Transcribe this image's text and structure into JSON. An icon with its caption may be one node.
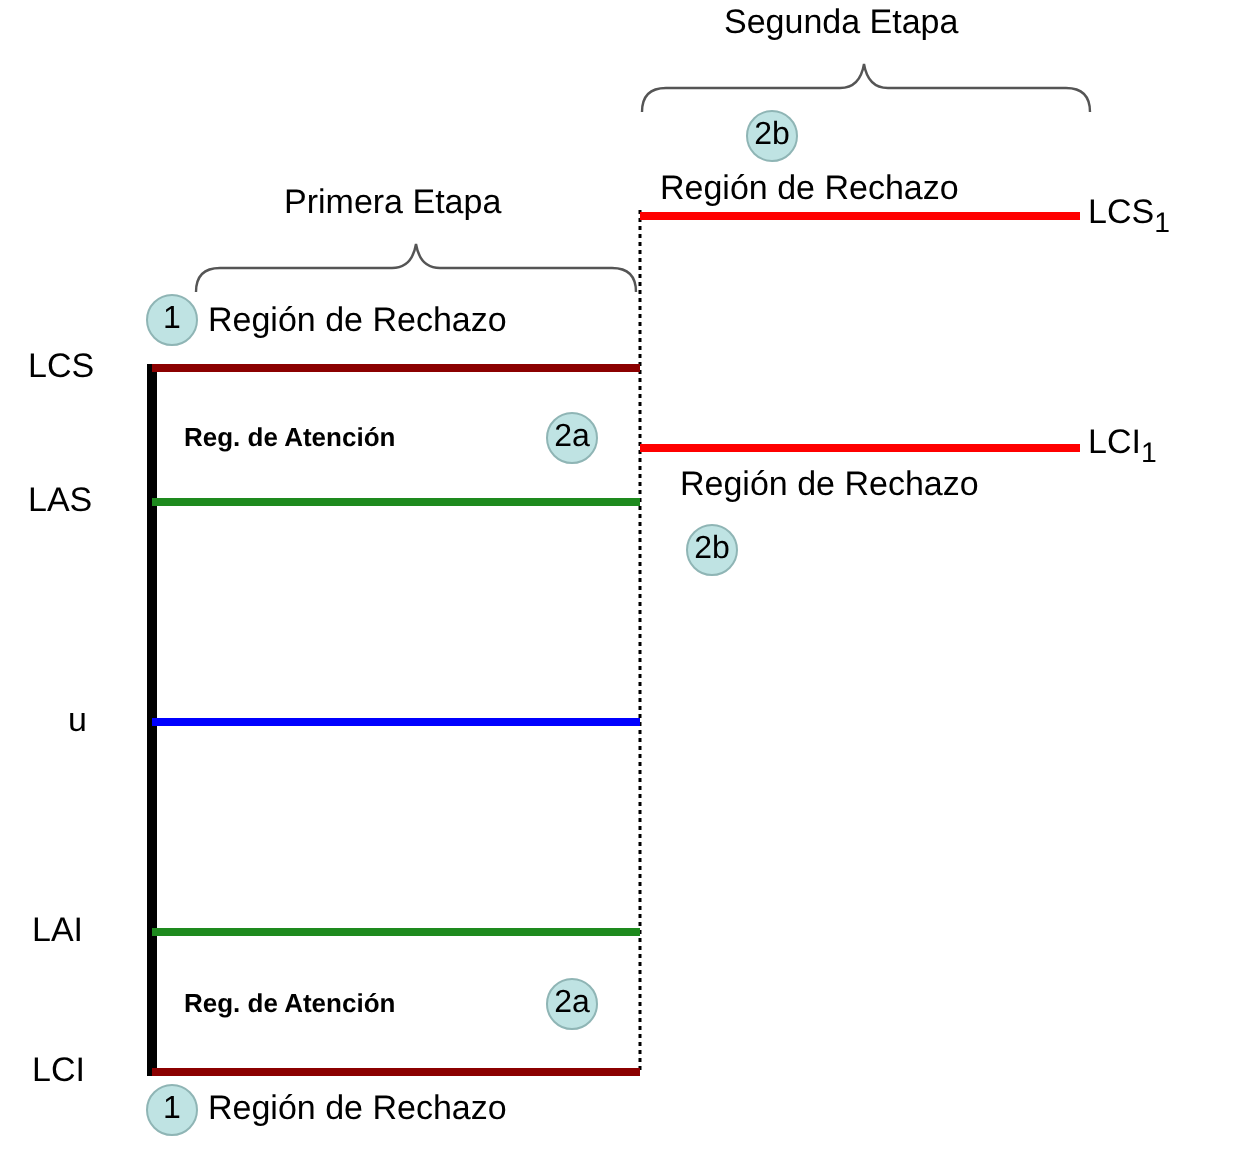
{
  "diagram": {
    "nodes": [
      {
        "text": [
          "2b"
        ]
      },
      {
        "text": [
          "1"
        ]
      },
      {
        "text": [
          "2a"
        ]
      },
      {
        "text": [
          "2b"
        ]
      },
      {
        "text": [
          "2a"
        ]
      },
      {
        "text": [
          "1"
        ]
      }
    ],
    "labels": [
      "Segunda Etapa",
      "Primera Etapa",
      "Región de Rechazo",
      "LCS$_{1}$",
      "Región de Rechazo",
      "LCS",
      "Reg. de Atención",
      "LAS",
      "LCI$_{1}$",
      "Región de Rechazo",
      "u",
      "LAI",
      "Reg. de Atención",
      "LCI",
      "Región de Rechazo"
    ]
  }
}
